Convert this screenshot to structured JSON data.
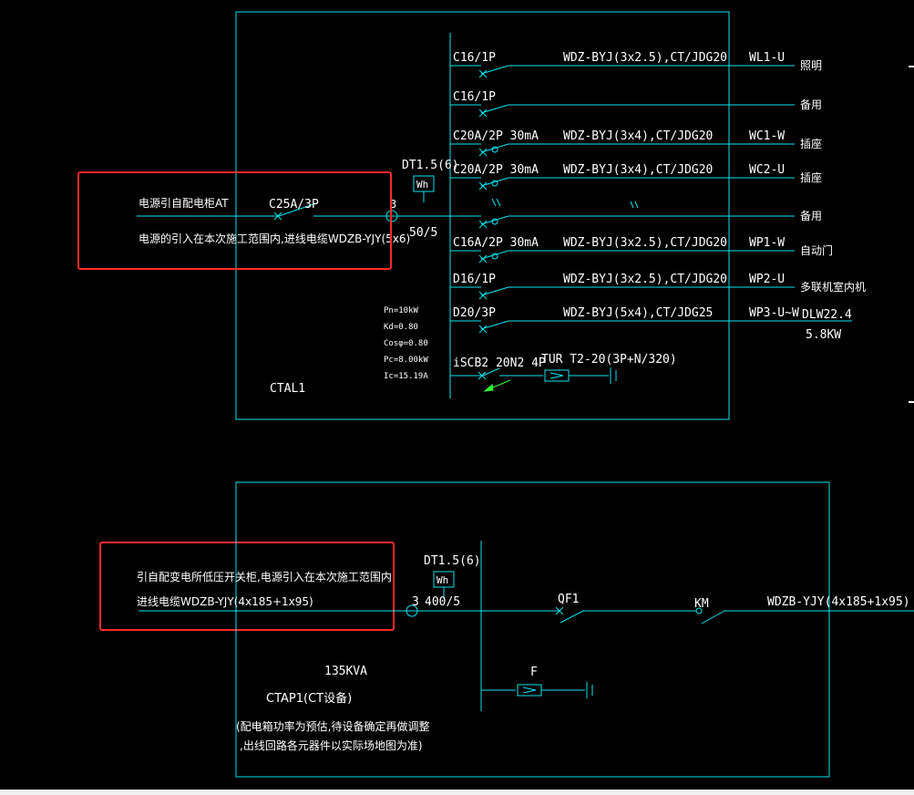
{
  "colors": {
    "background": "#000000",
    "line": "#00e5ee",
    "text": "#ffffff",
    "highlight": "#ff2a2a",
    "arrow": "#33ff33"
  },
  "ctal1": {
    "name": "CTAL1",
    "incoming_source": "电源引自配电柜AT",
    "incoming_note": "电源的引入在本次施工范围内,进线电缆WDZB-YJY(5x6)",
    "main_breaker": "C25A/3P",
    "ct_count": "3",
    "ct_ratio": "50/5",
    "meter_type": "DT1.5(6)",
    "meter_symbol": "Wh",
    "params": [
      "Pn=10kW",
      "Kd=0.80",
      "Cosφ=0.80",
      "Pc=8.00kW",
      "Ic=15.19A"
    ],
    "circuits": [
      {
        "breaker": "C16/1P",
        "cable": "WDZ-BYJ(3x2.5),CT/JDG20",
        "id": "WL1-U",
        "load": "照明"
      },
      {
        "breaker": "C16/1P",
        "cable": "",
        "id": "",
        "load": "备用"
      },
      {
        "breaker": "C20A/2P 30mA",
        "cable": "WDZ-BYJ(3x4),CT/JDG20",
        "id": "WC1-W",
        "load": "插座"
      },
      {
        "breaker": "C20A/2P 30mA",
        "cable": "WDZ-BYJ(3x4),CT/JDG20",
        "id": "WC2-U",
        "load": "插座"
      },
      {
        "breaker": "",
        "cable": "",
        "id": "",
        "load": "备用"
      },
      {
        "breaker": "C16A/2P 30mA",
        "cable": "WDZ-BYJ(3x2.5),CT/JDG20",
        "id": "WP1-W",
        "load": "自动门"
      },
      {
        "breaker": "D16/1P",
        "cable": "WDZ-BYJ(3x2.5),CT/JDG20",
        "id": "WP2-U",
        "load": "多联机室内机"
      },
      {
        "breaker": "D20/3P",
        "cable": "WDZ-BYJ(5x4),CT/JDG25",
        "id": "WP3-U~W",
        "load": "DLW22.4"
      }
    ],
    "load_extra": "5.8KW",
    "spd_breaker": "iSCB2 20N2 4P",
    "spd_type": "TUR T2-20(3P+N/320)"
  },
  "ctap1": {
    "name": "CTAP1(CT设备)",
    "capacity": "135KVA",
    "note_lines": [
      "(配电箱功率为预估,待设备确定再做调整",
      ",出线回路各元器件以实际场地图为准)"
    ],
    "source_line1": "引自配变电所低压开关柜,电源引入在本次施工范围内",
    "source_line2": "进线电缆WDZB-YJY(4x185+1x95)",
    "ct_count": "3",
    "ct_ratio": "400/5",
    "meter_type": "DT1.5(6)",
    "meter_symbol": "Wh",
    "breaker_label": "QF1",
    "contactor_label": "KM",
    "outgoing_cable": "WDZB-YJY(4x185+1x95)",
    "spd_label": "F"
  }
}
